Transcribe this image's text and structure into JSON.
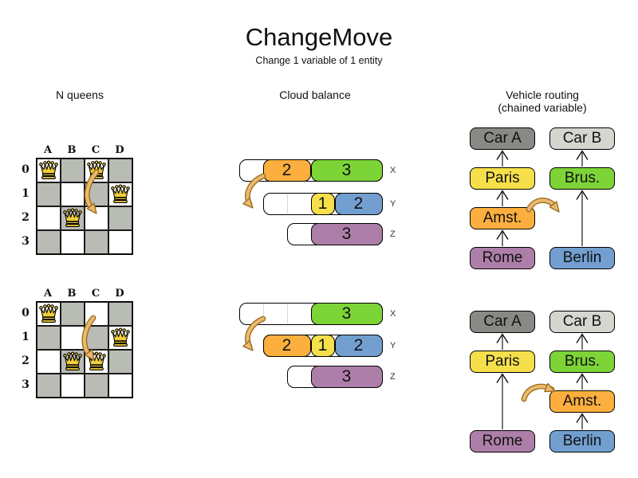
{
  "title": "ChangeMove",
  "subtitle": "Change 1 variable of 1 entity",
  "colors": {
    "orange": "#FCAF3E",
    "green": "#7DD437",
    "yellow": "#F5E04B",
    "blue": "#729FCF",
    "purple": "#AD7FA8",
    "car_a_gray": "#888A85",
    "car_b_gray": "#D3D7CF",
    "board_dark_cell": "#B9BCB4",
    "move_arrow_tan": "#E9B96E"
  },
  "nqueens": {
    "header": "N queens",
    "columns": [
      "A",
      "B",
      "C",
      "D"
    ],
    "rows": [
      "0",
      "1",
      "2",
      "3"
    ],
    "boards": {
      "before": {
        "queens": [
          "A0",
          "C0",
          "D1",
          "B2"
        ],
        "move_from": "C0",
        "move_to": "C2"
      },
      "after": {
        "queens": [
          "A0",
          "D1",
          "B2",
          "C2"
        ],
        "move_from": "C0",
        "move_to": "C2"
      }
    }
  },
  "cloud": {
    "header": "Cloud balance",
    "row_labels": [
      "X",
      "Y",
      "Z"
    ],
    "before": {
      "x_blocks": [
        {
          "value": "2",
          "color": "orange"
        },
        {
          "value": "3",
          "color": "green"
        }
      ],
      "y_blocks": [
        {
          "value": "1",
          "color": "yellow"
        },
        {
          "value": "2",
          "color": "blue"
        }
      ],
      "z_blocks": [
        {
          "value": "3",
          "color": "purple"
        }
      ]
    },
    "after": {
      "x_blocks": [
        {
          "value": "3",
          "color": "green"
        }
      ],
      "y_blocks": [
        {
          "value": "2",
          "color": "orange"
        },
        {
          "value": "1",
          "color": "yellow"
        },
        {
          "value": "2",
          "color": "blue"
        }
      ],
      "z_blocks": [
        {
          "value": "3",
          "color": "purple"
        }
      ]
    }
  },
  "vehicle": {
    "header": "Vehicle routing",
    "header2": "(chained variable)",
    "labels": {
      "car_a": "Car A",
      "car_b": "Car B",
      "paris": "Paris",
      "brus": "Brus.",
      "amst": "Amst.",
      "rome": "Rome",
      "berlin": "Berlin"
    }
  }
}
